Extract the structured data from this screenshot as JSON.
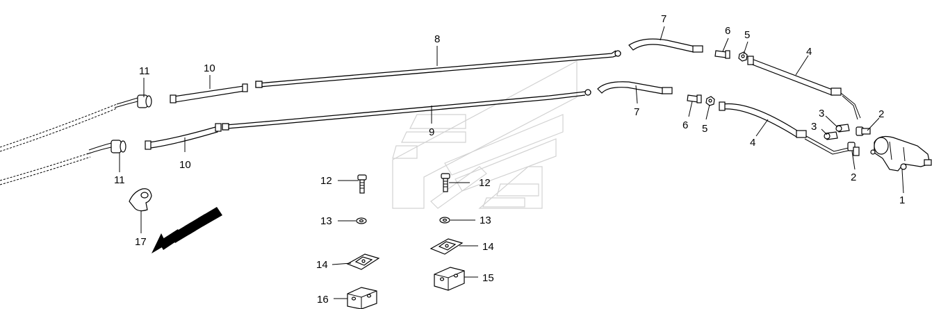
{
  "diagram": {
    "callouts": [
      {
        "id": "c1",
        "text": "1"
      },
      {
        "id": "c2a",
        "text": "2"
      },
      {
        "id": "c2b",
        "text": "2"
      },
      {
        "id": "c3a",
        "text": "3"
      },
      {
        "id": "c3b",
        "text": "3"
      },
      {
        "id": "c4a",
        "text": "4"
      },
      {
        "id": "c4b",
        "text": "4"
      },
      {
        "id": "c5a",
        "text": "5"
      },
      {
        "id": "c5b",
        "text": "5"
      },
      {
        "id": "c6a",
        "text": "6"
      },
      {
        "id": "c6b",
        "text": "6"
      },
      {
        "id": "c7a",
        "text": "7"
      },
      {
        "id": "c7b",
        "text": "7"
      },
      {
        "id": "c8",
        "text": "8"
      },
      {
        "id": "c9",
        "text": "9"
      },
      {
        "id": "c10a",
        "text": "10"
      },
      {
        "id": "c10b",
        "text": "10"
      },
      {
        "id": "c11a",
        "text": "11"
      },
      {
        "id": "c11b",
        "text": "11"
      },
      {
        "id": "c12a",
        "text": "12"
      },
      {
        "id": "c12b",
        "text": "12"
      },
      {
        "id": "c13a",
        "text": "13"
      },
      {
        "id": "c13b",
        "text": "13"
      },
      {
        "id": "c14a",
        "text": "14"
      },
      {
        "id": "c14b",
        "text": "14"
      },
      {
        "id": "c15",
        "text": "15"
      },
      {
        "id": "c16",
        "text": "16"
      },
      {
        "id": "c17",
        "text": "17"
      }
    ],
    "colors": {
      "ink": "#000000",
      "background": "#ffffff",
      "watermark": "#d2d2d2"
    },
    "icons": [
      "front-direction-arrow-icon"
    ]
  }
}
